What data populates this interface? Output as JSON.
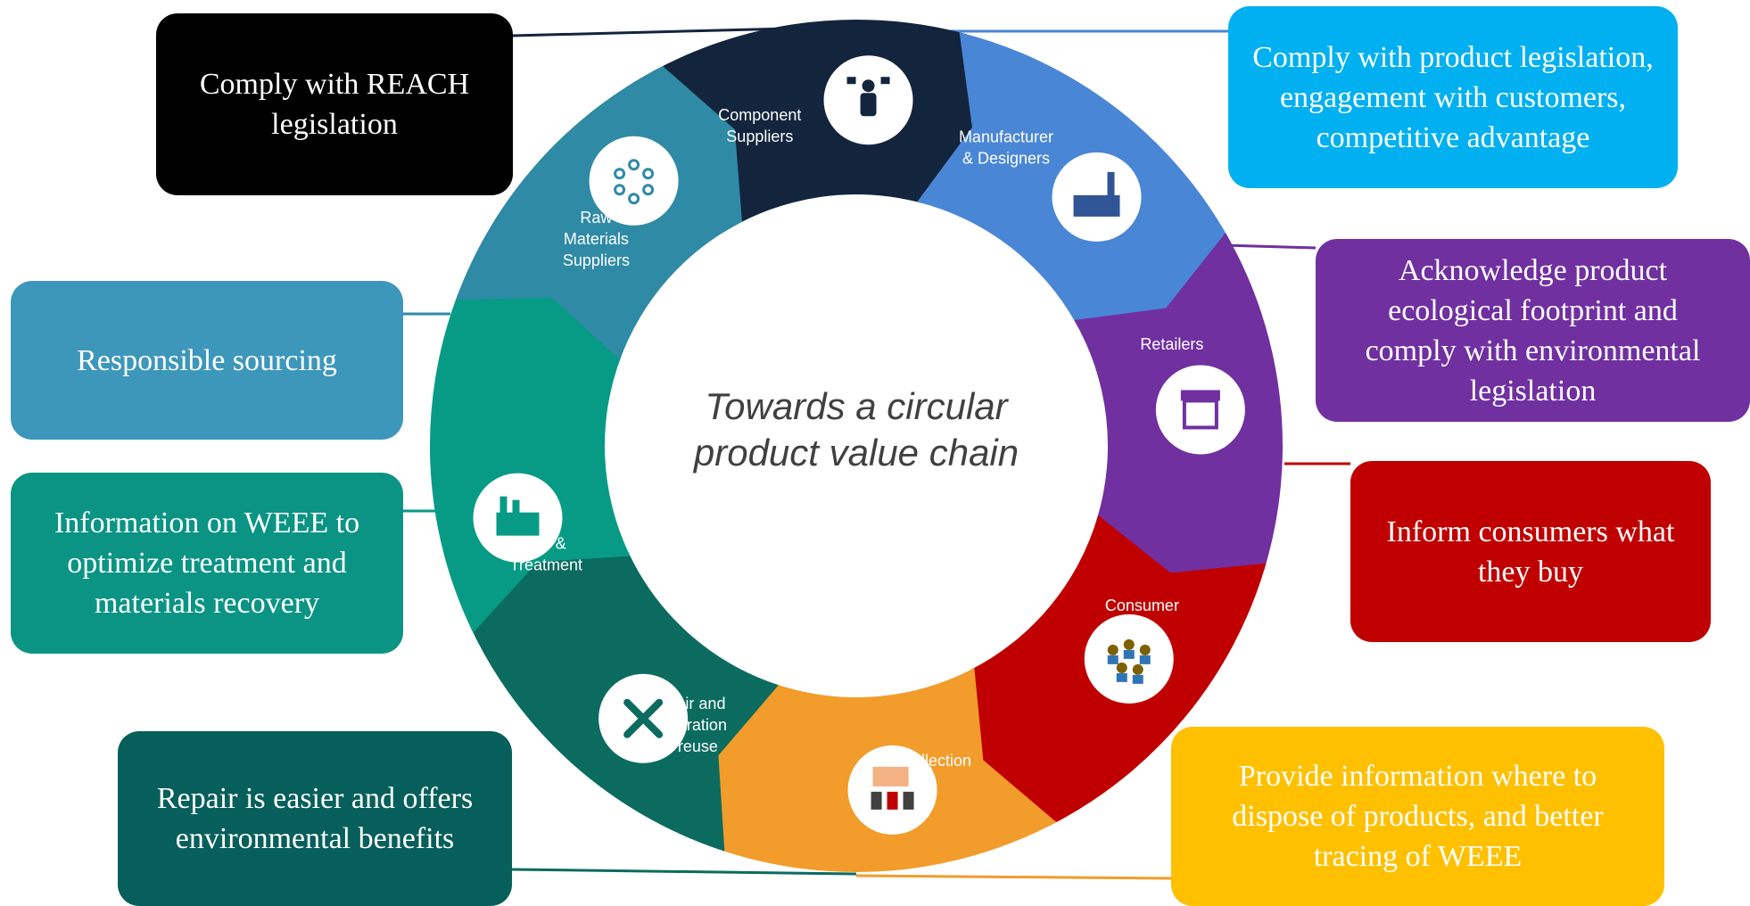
{
  "center": {
    "line1": "Towards a circular",
    "line2": "product value chain"
  },
  "segments": [
    {
      "key": "component",
      "lines": [
        "Component",
        "Suppliers"
      ],
      "color": "#13243d",
      "icon": "businessman-network-icon"
    },
    {
      "key": "manufacturer",
      "lines": [
        "Manufacturer",
        "& Designers"
      ],
      "color": "#4a86d6",
      "icon": "factory-icon"
    },
    {
      "key": "retailers",
      "lines": [
        "Retailers"
      ],
      "color": "#7030a0",
      "icon": "store-icon"
    },
    {
      "key": "consumer",
      "lines": [
        "Consumer"
      ],
      "color": "#c00000",
      "icon": "people-group-icon"
    },
    {
      "key": "collection",
      "lines": [
        "Collection"
      ],
      "color": "#f29c2b",
      "icon": "recycling-truck-bins-icon"
    },
    {
      "key": "repair",
      "lines": [
        "Repair and",
        "preparation",
        "for reuse"
      ],
      "color": "#0b6b5f",
      "icon": "tools-icon"
    },
    {
      "key": "pretreatment",
      "lines": [
        "Pre &",
        "Treatment"
      ],
      "color": "#079b85",
      "icon": "recycling-plant-icon"
    },
    {
      "key": "rawmaterials",
      "lines": [
        "Raw",
        "Materials",
        "Suppliers"
      ],
      "color": "#2f8aa6",
      "icon": "molecule-icon"
    }
  ],
  "boxes": {
    "reach": {
      "text": "Comply with REACH legislation",
      "color": "#000000"
    },
    "product": {
      "text": "Comply with product legislation, engagement with customers, competitive advantage",
      "color": "#00b0f0"
    },
    "footprint": {
      "text": "Acknowledge product ecological footprint and comply with environmental legislation",
      "color": "#7030a0"
    },
    "sourcing": {
      "text": "Responsible sourcing",
      "color": "#3d97bb"
    },
    "inform": {
      "text": "Inform consumers what they buy",
      "color": "#c00000"
    },
    "weee": {
      "text": "Information on WEEE to optimize treatment and materials recovery",
      "color": "#0b9484"
    },
    "dispose": {
      "text": "Provide information where to dispose of products, and better tracing of WEEE",
      "color": "#ffc000"
    },
    "repairbox": {
      "text": "Repair is easier and offers environmental benefits",
      "color": "#075f5b"
    }
  }
}
